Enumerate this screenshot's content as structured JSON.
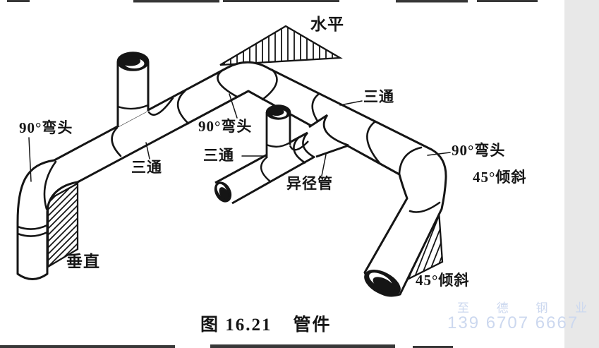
{
  "figure": {
    "caption_fig": "图 16.21",
    "caption_title": "管件",
    "labels": {
      "horizontal": "水平",
      "vertical": "垂直",
      "elbow90_left": "90°弯头",
      "elbow90_mid": "90°弯头",
      "elbow90_right": "90°弯头",
      "tee_left": "三通",
      "tee_main": "三通",
      "tee_branch": "三通",
      "reducer": "异径管",
      "incline45_upper": "45°倾斜",
      "incline45_lower": "45°倾斜"
    },
    "watermark": {
      "line1": "至 德 钢 业",
      "line2": "139 6707 6667",
      "color": "#ccd8ef"
    },
    "ink_color": "#151515",
    "background": "#ffffff"
  }
}
